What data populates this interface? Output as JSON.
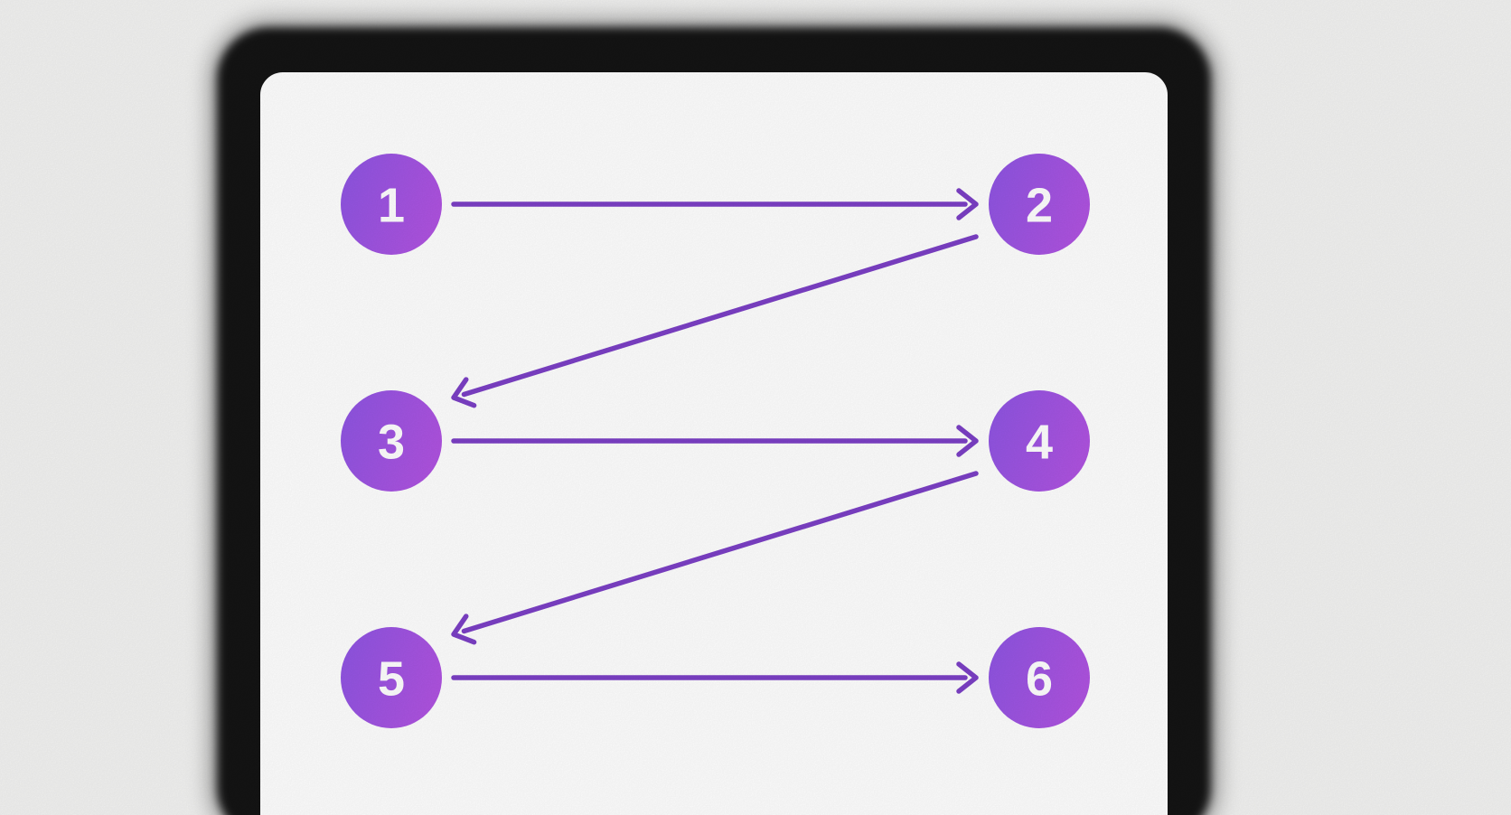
{
  "diagram": {
    "nodes": [
      {
        "id": "1",
        "label": "1"
      },
      {
        "id": "2",
        "label": "2"
      },
      {
        "id": "3",
        "label": "3"
      },
      {
        "id": "4",
        "label": "4"
      },
      {
        "id": "5",
        "label": "5"
      },
      {
        "id": "6",
        "label": "6"
      }
    ],
    "edges": [
      {
        "from": "1",
        "to": "2"
      },
      {
        "from": "2",
        "to": "3"
      },
      {
        "from": "3",
        "to": "4"
      },
      {
        "from": "4",
        "to": "5"
      },
      {
        "from": "5",
        "to": "6"
      }
    ],
    "colors": {
      "background": "#f3f3f2",
      "frame": "#141414",
      "card": "#ffffff",
      "node_gradient_start": "#8e55e3",
      "node_gradient_end": "#af53e1",
      "node_label": "#ffffff",
      "arrow": "#7c40c6"
    }
  }
}
